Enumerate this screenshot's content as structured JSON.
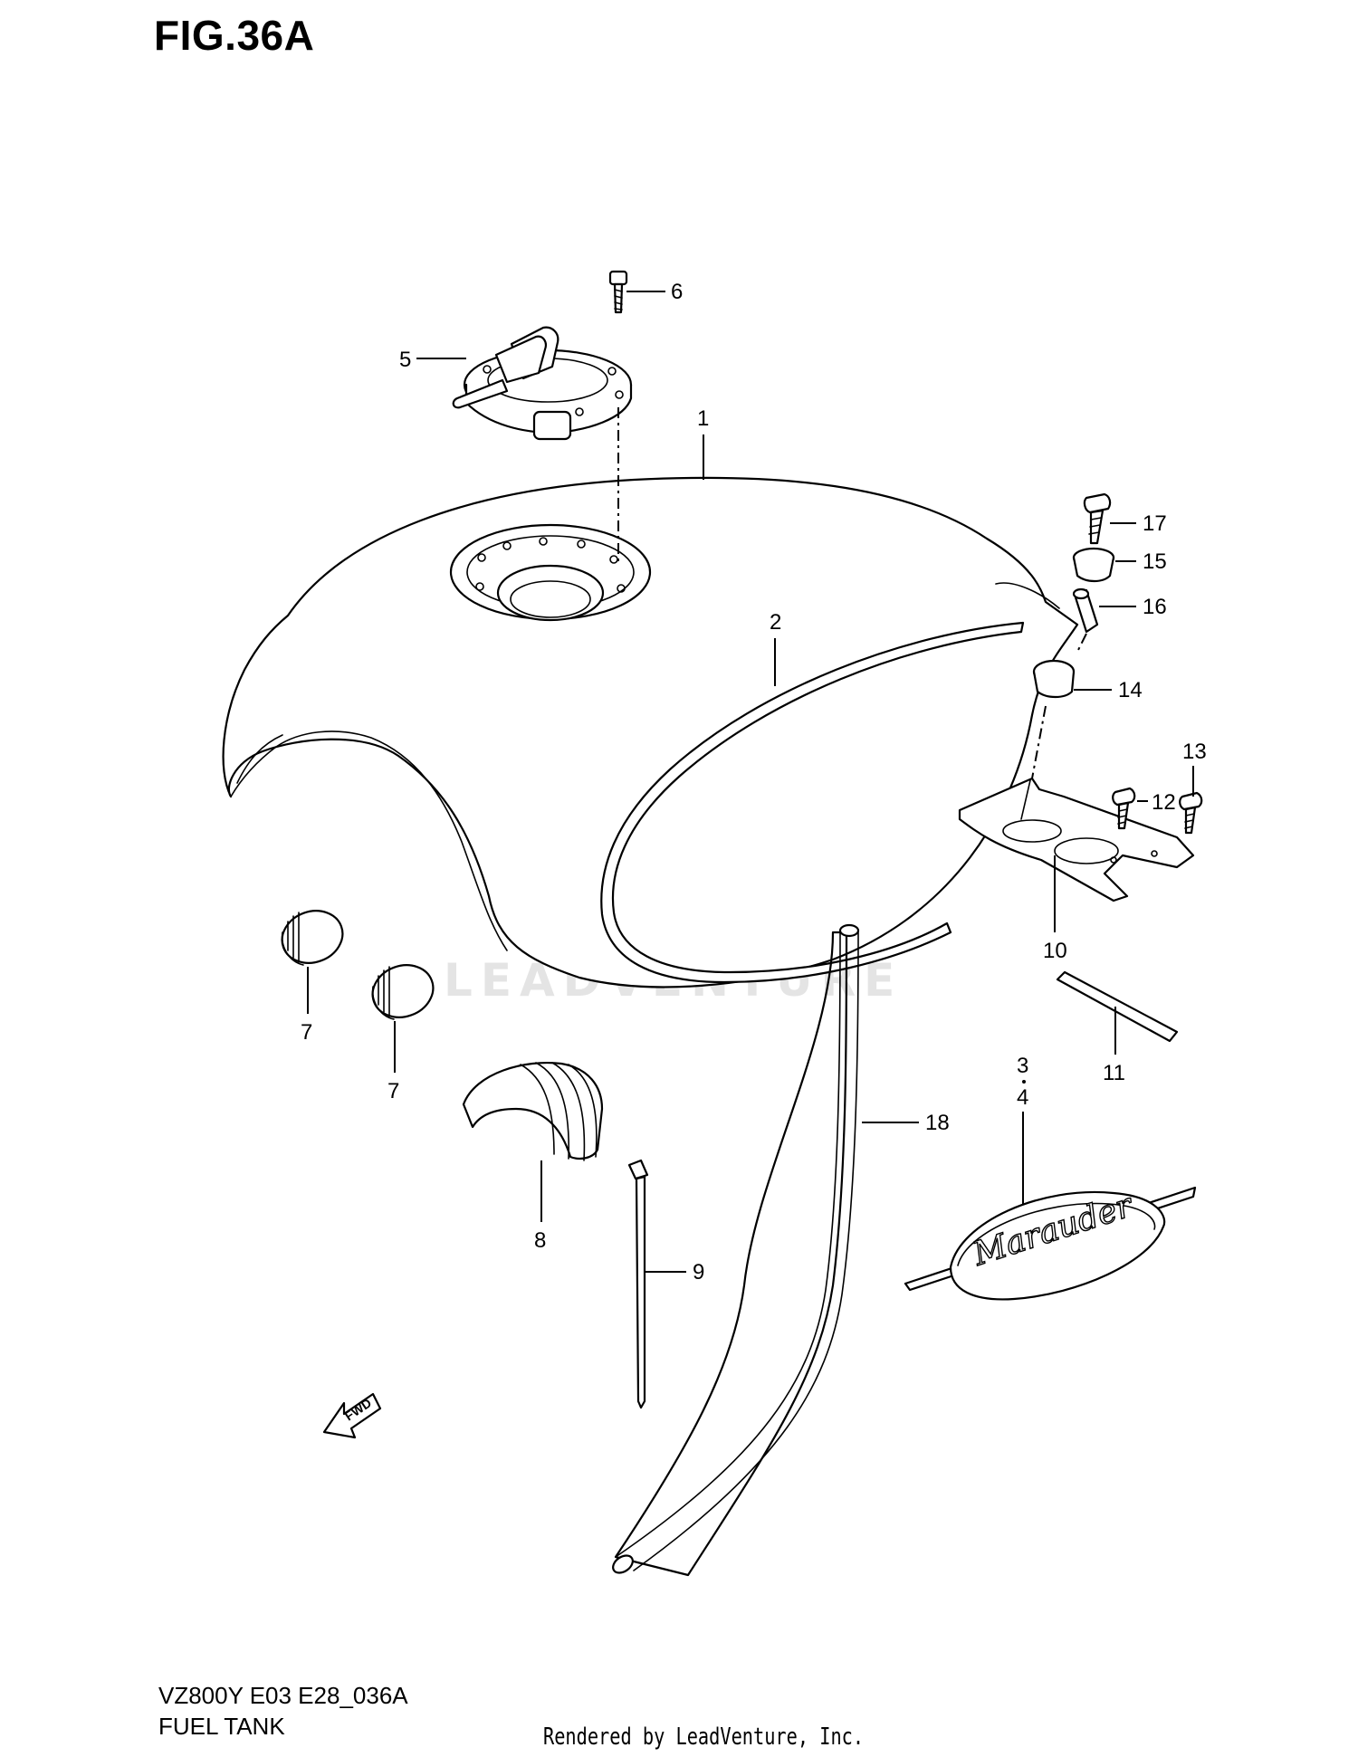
{
  "figure": {
    "title": "FIG.36A",
    "model_code": "VZ800Y E03 E28_036A",
    "caption": "FUEL TANK",
    "rendered_by": "Rendered by LeadVenture, Inc.",
    "watermark": "LEADVENTURE"
  },
  "fwd_label": "FWD",
  "emblem_text": "Marauder",
  "callouts": [
    {
      "id": "c1",
      "label": "1"
    },
    {
      "id": "c2",
      "label": "2"
    },
    {
      "id": "c3",
      "label": "3"
    },
    {
      "id": "c4",
      "label": "4"
    },
    {
      "id": "c5",
      "label": "5"
    },
    {
      "id": "c6",
      "label": "6"
    },
    {
      "id": "c7a",
      "label": "7"
    },
    {
      "id": "c7b",
      "label": "7"
    },
    {
      "id": "c8",
      "label": "8"
    },
    {
      "id": "c9",
      "label": "9"
    },
    {
      "id": "c10",
      "label": "10"
    },
    {
      "id": "c11",
      "label": "11"
    },
    {
      "id": "c12",
      "label": "12"
    },
    {
      "id": "c13",
      "label": "13"
    },
    {
      "id": "c14",
      "label": "14"
    },
    {
      "id": "c15",
      "label": "15"
    },
    {
      "id": "c16",
      "label": "16"
    },
    {
      "id": "c17",
      "label": "17"
    },
    {
      "id": "c18",
      "label": "18"
    }
  ]
}
